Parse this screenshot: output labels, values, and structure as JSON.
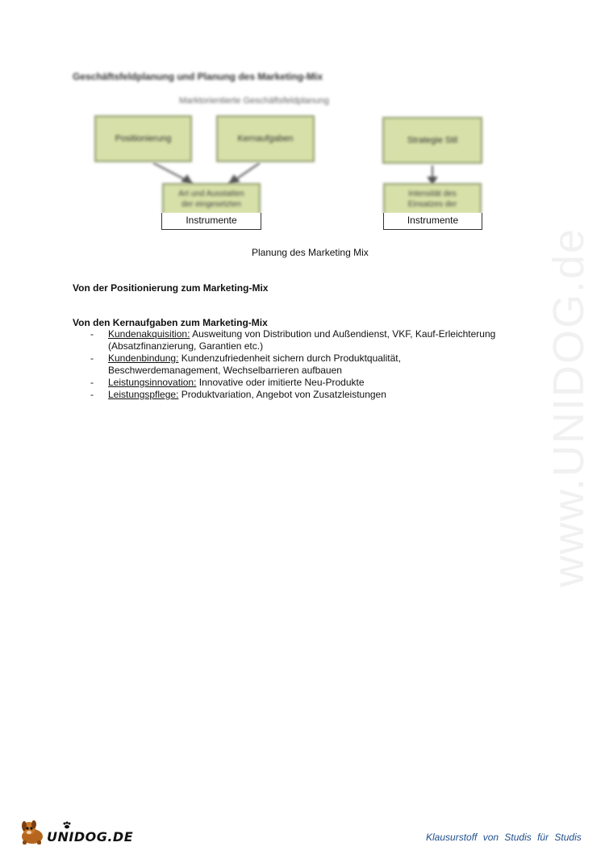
{
  "document": {
    "title": "Geschäftsfeldplanung und Planung des Marketing-Mix",
    "diagram_subtitle": "Marktorientierte Geschäftsfeldplanung",
    "diagram": {
      "left_boxes": [
        "Positionierung",
        "Kernaufgaben"
      ],
      "left_result": {
        "line1": "Art und Ausstatten",
        "line2": "der eingesetzten",
        "line3": "Instrumente"
      },
      "right_box": "Strategie Stil",
      "right_result": {
        "line1": "Intensität des",
        "line2": "Einsatzes der",
        "line3": "Instrumente"
      }
    },
    "caption": "Planung des Marketing Mix",
    "section1_heading": "Von der Positionierung zum Marketing-Mix",
    "section2_heading": "Von den Kernaufgaben zum Marketing-Mix",
    "list": [
      {
        "dash": "-",
        "term": "Kundenakquisition:",
        "text": " Ausweitung von Distribution und Außendienst, VKF, Kauf-Erleichterung",
        "text2": "(Absatzfinanzierung, Garantien etc.)"
      },
      {
        "dash": "-",
        "term": "Kundenbindung:",
        "text": " Kundenzufriedenheit sichern durch Produktqualität,",
        "text2": "Beschwerdemanagement, Wechselbarrieren aufbauen"
      },
      {
        "dash": "-",
        "term": "Leistungsinnovation:",
        "text": " Innovative oder imitierte Neu-Produkte",
        "text2": ""
      },
      {
        "dash": "-",
        "term": "Leistungspflege:",
        "text": " Produktvariation, Angebot von Zusatzleistungen",
        "text2": ""
      }
    ]
  },
  "watermark": "www.UNIDOG.de",
  "footer": {
    "logo_text": "UNIDOG.DE",
    "tagline": "Klausurstoff von Studis für Studis",
    "tagline_color": "#1f4e8c"
  }
}
